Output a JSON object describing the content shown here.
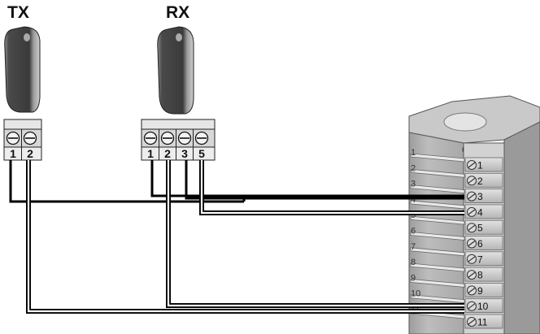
{
  "diagram": {
    "tx": {
      "label": "TX",
      "terminals": [
        "1",
        "2"
      ]
    },
    "rx": {
      "label": "RX",
      "terminals": [
        "1",
        "2",
        "3",
        "5"
      ]
    },
    "controller": {
      "terminal_labels": [
        "1",
        "2",
        "3",
        "4",
        "5",
        "6",
        "7",
        "8",
        "9",
        "10",
        "11"
      ],
      "side_numbers": [
        "1",
        "2",
        "3",
        "4",
        "5",
        "6",
        "7",
        "8",
        "9",
        "10",
        "11"
      ]
    },
    "connections": [
      {
        "from": "TX 1",
        "to": "3",
        "type": "solid"
      },
      {
        "from": "RX 1",
        "to": "3",
        "type": "solid"
      },
      {
        "from": "RX 3",
        "to": "3",
        "type": "solid"
      },
      {
        "from": "RX 5",
        "to": "4",
        "type": "double"
      },
      {
        "from": "TX 2",
        "to": "10",
        "type": "double"
      },
      {
        "from": "RX 2",
        "to": "10",
        "type": "double"
      }
    ]
  }
}
